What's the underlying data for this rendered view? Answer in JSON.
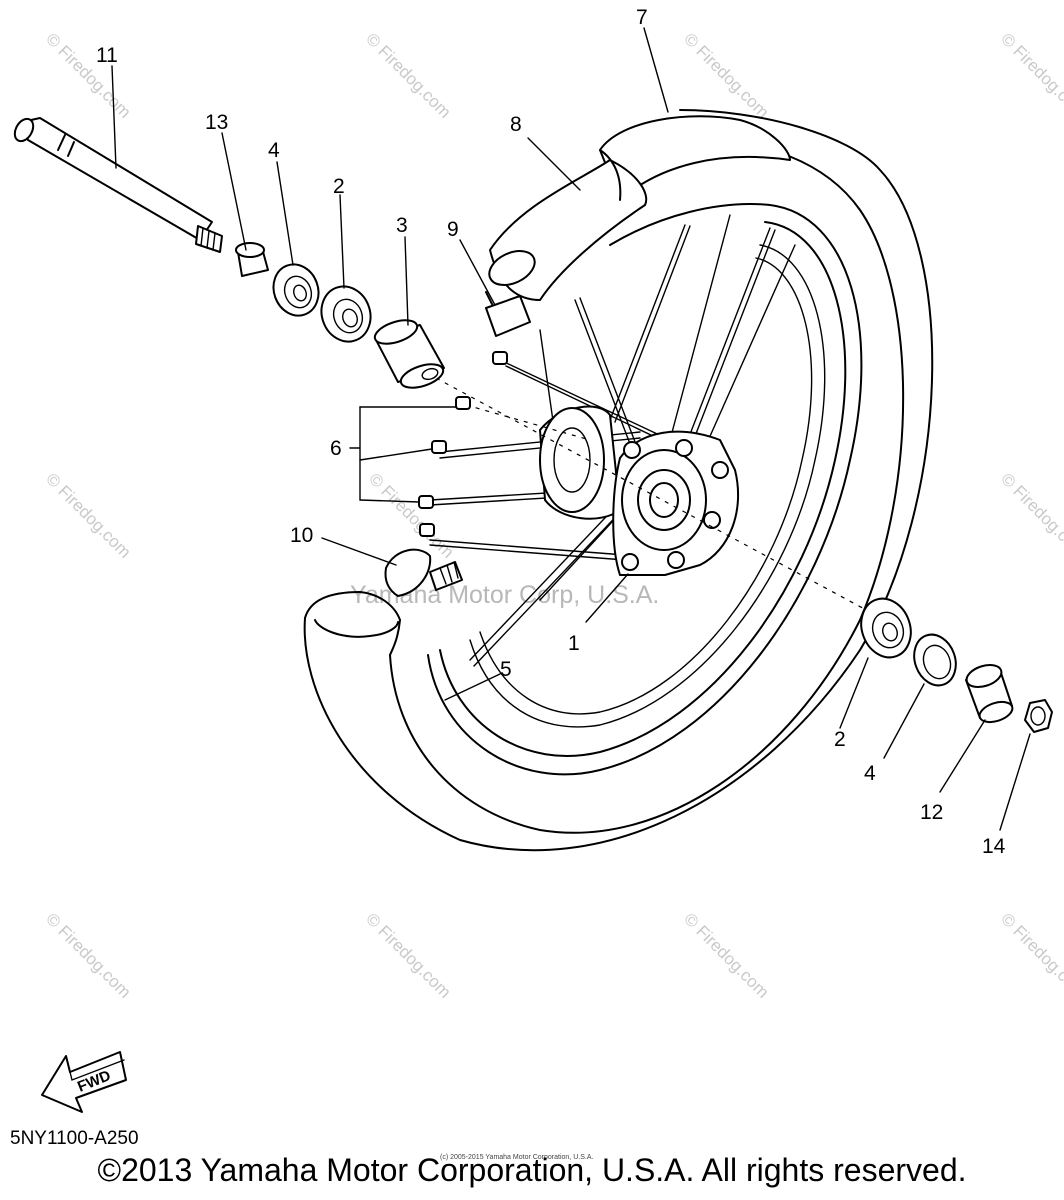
{
  "diagram": {
    "code": "5NY1100-A250",
    "copyright": "©2013 Yamaha Motor Corporation, U.S.A. All rights reserved.",
    "tiny_copyright": "(c) 2005-2015 Yamaha Motor Corporation, U.S.A.",
    "center_watermark": "Yamaha Motor Corp, U.S.A.",
    "watermark": "© Firedog.com",
    "fwd_label": "FWD"
  },
  "callouts": {
    "c1": "1",
    "c2a": "2",
    "c2b": "2",
    "c3": "3",
    "c4a": "4",
    "c4b": "4",
    "c5": "5",
    "c6": "6",
    "c7": "7",
    "c8": "8",
    "c9": "9",
    "c10": "10",
    "c11": "11",
    "c12": "12",
    "c13": "13",
    "c14": "14"
  },
  "colors": {
    "line": "#000000",
    "watermark": "#c9c9c9",
    "background": "#ffffff"
  }
}
